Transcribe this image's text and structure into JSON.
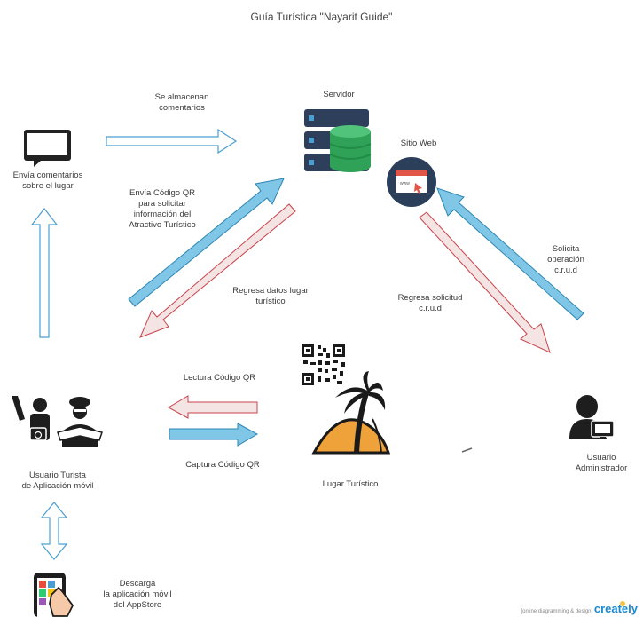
{
  "title": "Guía Turística \"Nayarit Guide\"",
  "nodes": {
    "servidor": "Servidor",
    "sitio_web": "Sitio Web",
    "envia_comentarios": [
      "Envía comentarios",
      "sobre el lugar"
    ],
    "usuario_turista": [
      "Usuario Turista",
      "de Aplicación móvil"
    ],
    "lugar_turistico": "Lugar Turístico",
    "usuario_admin": [
      "Usuario",
      "Administrador"
    ],
    "descarga": [
      "Descarga",
      "la aplicación móvil",
      "del AppStore"
    ]
  },
  "edges": {
    "se_almacenan": [
      "Se almacenan",
      "comentarios"
    ],
    "envia_qr": [
      "Envía Código QR",
      "para solicitar",
      "información del",
      "Atractivo Turístico"
    ],
    "regresa_datos": [
      "Regresa datos lugar",
      "turístico"
    ],
    "solicita": [
      "Solicita",
      "operación",
      "c.r.u.d"
    ],
    "regresa_solicitud": [
      "Regresa solicitud",
      "c.r.u.d"
    ],
    "lectura_qr": "Lectura Código QR",
    "captura_qr": "Captura Código QR"
  },
  "watermark": {
    "small": "[online diagramming & design]",
    "brand": "creately"
  },
  "colors": {
    "blue": "#7fc3e3",
    "blue_stroke": "#2d86b3",
    "red": "#f3e3e3",
    "red_stroke": "#c8434b"
  }
}
